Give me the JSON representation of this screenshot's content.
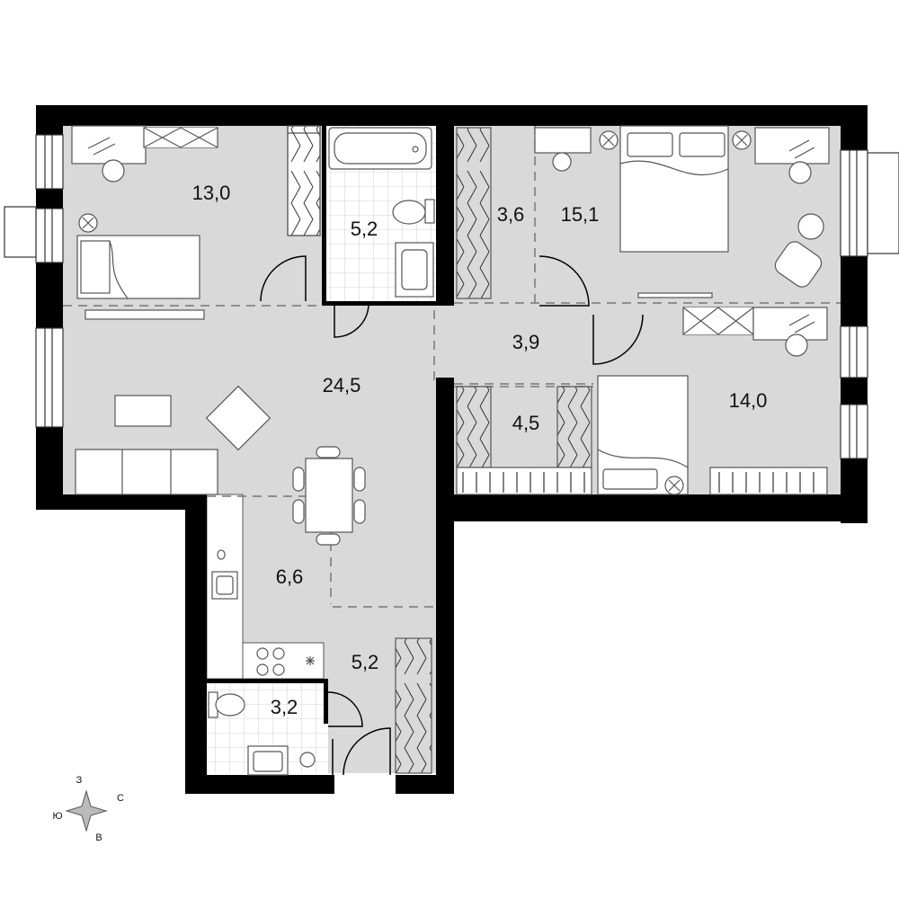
{
  "rooms": [
    {
      "id": "bedroom-left",
      "area": "13,0"
    },
    {
      "id": "bathroom",
      "area": "5,2"
    },
    {
      "id": "wardrobe-top",
      "area": "3,6"
    },
    {
      "id": "bedroom-master",
      "area": "15,1"
    },
    {
      "id": "hall",
      "area": "3,9"
    },
    {
      "id": "living",
      "area": "24,5"
    },
    {
      "id": "wardrobe-mid",
      "area": "4,5"
    },
    {
      "id": "bedroom-right",
      "area": "14,0"
    },
    {
      "id": "kitchen",
      "area": "6,6"
    },
    {
      "id": "entrance",
      "area": "5,2"
    },
    {
      "id": "wc",
      "area": "3,2"
    }
  ],
  "compass": {
    "north": "З",
    "south": "В",
    "west": "Ю",
    "east": "С"
  },
  "colors": {
    "wall": "#000000",
    "floor": "#d9d9d9",
    "tile": "#ffffff",
    "furniture": "#ffffff",
    "line": "#555555"
  }
}
